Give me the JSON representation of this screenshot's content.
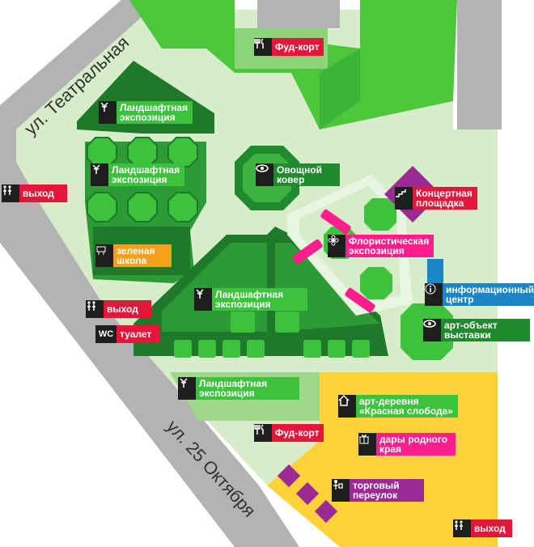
{
  "streets": {
    "teatralnaya": "ул. Театральная",
    "oktyabrya": "ул. 25 Октября"
  },
  "labels": {
    "foodcourt_top": "Фуд-корт",
    "landscape_1": [
      "Ландшафтная",
      "экспозиция"
    ],
    "landscape_2": [
      "Ландшафтная",
      "экспозиция"
    ],
    "vegetable": [
      "Овощной",
      "ковер"
    ],
    "exit_left": "выход",
    "concert": [
      "Концертная",
      "площадка"
    ],
    "floristic": [
      "Флористическая",
      "экспозиция"
    ],
    "green_school": [
      "зеленая",
      "школа"
    ],
    "landscape_center": [
      "Ландшафтная",
      "экспозиция"
    ],
    "info": [
      "информационный",
      "центр"
    ],
    "exit_mid": "выход",
    "toilet": "туалет",
    "toilet_icon_text": "WC",
    "art_object": [
      "арт-объект",
      "выставки"
    ],
    "landscape_bottom": [
      "Ландшафтная",
      "экспозиция"
    ],
    "art_village": [
      "арт-деревня",
      "«Красная слобода»"
    ],
    "gifts": [
      "дары родного",
      "края"
    ],
    "foodcourt_bottom": "Фуд-корт",
    "trade_lane": [
      "торговый",
      "переулок"
    ],
    "exit_bottom": "выход"
  },
  "colors": {
    "food": "#e2173b",
    "exit": "#e2173b",
    "landscape": "#3cc23c",
    "vegetable": "#1f8a2e",
    "concert": "#e2173b",
    "floristic": "#ff1e8e",
    "school": "#f5a01a",
    "info": "#1a86c8",
    "toilet": "#e2173b",
    "art": "#1f8a2e",
    "village": "#3cc23c",
    "gifts": "#ff1e8e",
    "trade": "#9c2a96",
    "yellow_zone": "#ffd23a",
    "light_zone": "#dcefc9",
    "road": "#b3b3b3"
  }
}
